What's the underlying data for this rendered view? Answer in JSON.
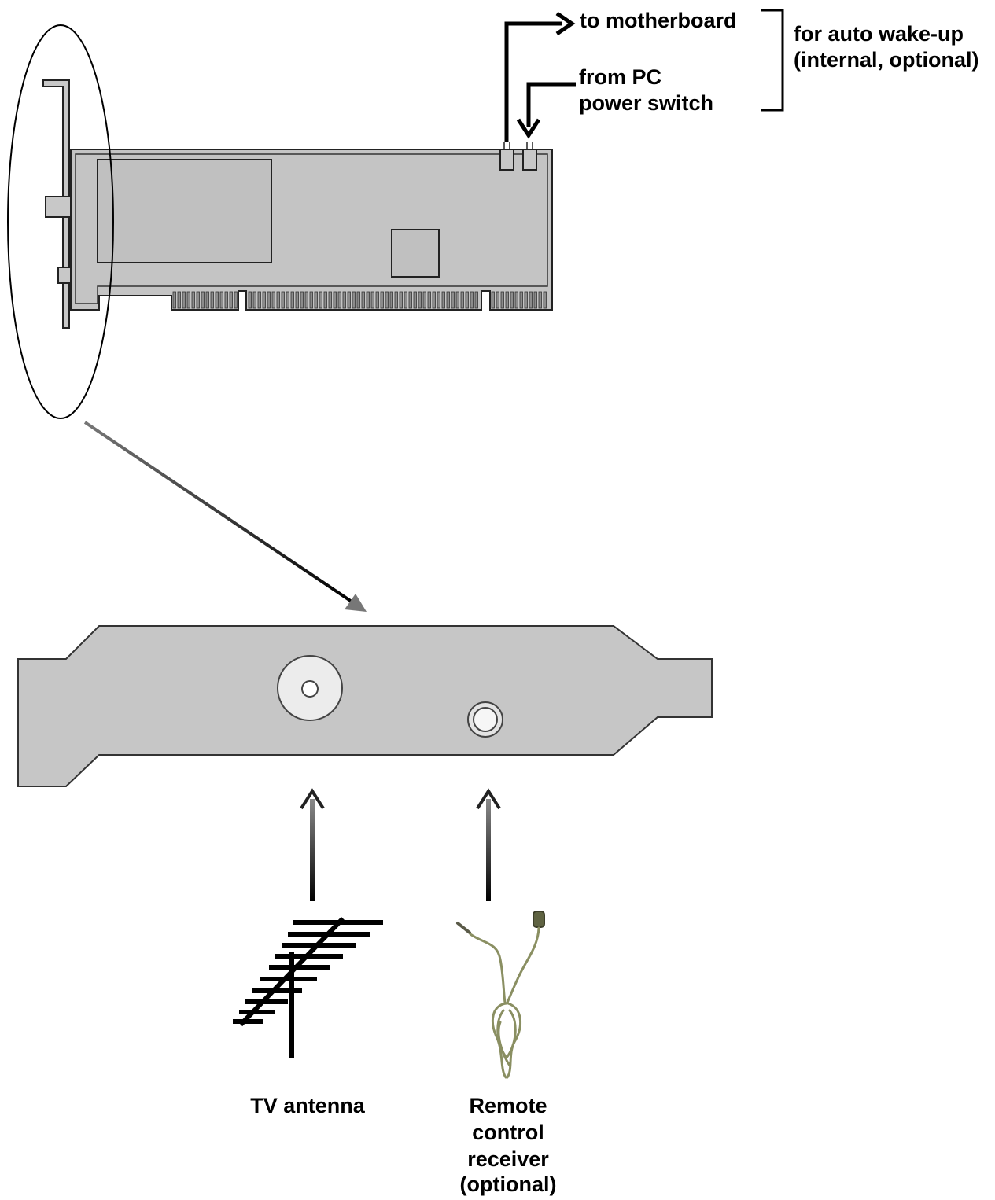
{
  "labels": {
    "to_motherboard": "to motherboard",
    "from_pc_line1": "from PC",
    "from_pc_line2": "power switch",
    "auto_wake_line1": "for auto wake-up",
    "auto_wake_line2": "(internal, optional)",
    "tv_antenna": "TV antenna",
    "remote_line1": "Remote",
    "remote_line2": "control",
    "remote_line3": "receiver",
    "remote_line4": "(optional)"
  },
  "colors": {
    "board_fill": "#c4c4c4",
    "bracket_fill": "#c6c6c6",
    "outline": "#222222",
    "arrow_gray": "#555555",
    "cable": "#8a8f62"
  }
}
